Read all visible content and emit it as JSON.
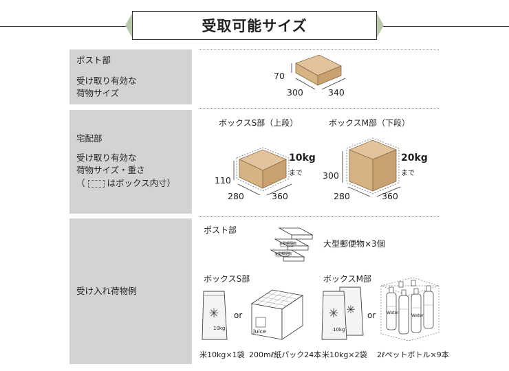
{
  "header": {
    "title": "受取可能サイズ"
  },
  "colors": {
    "cell_bg": "#d3d3d3",
    "box_top": "#e2c39b",
    "box_side": "#c9a06f",
    "box_front": "#d7b384",
    "ear": "#b9c7a9"
  },
  "rows": [
    {
      "label_line1": "ポスト部",
      "label_line2": "受け取り有効な",
      "label_line3": "荷物サイズ"
    },
    {
      "label_line1": "宅配部",
      "label_line2": "受け取り有効な",
      "label_line3": "荷物サイズ・重さ",
      "label_line4_pre": "（",
      "label_line4_post": "はボックス内寸）"
    },
    {
      "label_line1": "受け入れ荷物例"
    }
  ],
  "post_box": {
    "h": "70",
    "w": "300",
    "d": "340"
  },
  "box_s": {
    "title": "ボックスS部（上段）",
    "h": "110",
    "w": "280",
    "d": "360",
    "weight": "10kg",
    "weight_sub": "まで"
  },
  "box_m": {
    "title": "ボックスM部（下段）",
    "h": "300",
    "w": "280",
    "d": "360",
    "weight": "20kg",
    "weight_sub": "まで"
  },
  "examples": {
    "post_title": "ポスト部",
    "post_caption": "大型郵便物×3個",
    "post_envelope_text": "大型郵便物",
    "s_title": "ボックスS部",
    "m_title": "ボックスM部",
    "or": "or",
    "rice_label": "10kg",
    "juice_label": "Juice",
    "water_label": "Water",
    "s_caption1": "米10kg×1袋",
    "s_caption2": "200mℓ紙パック24本",
    "m_caption1": "米10kg×2袋",
    "m_caption2": "2ℓペットボトル×9本"
  }
}
